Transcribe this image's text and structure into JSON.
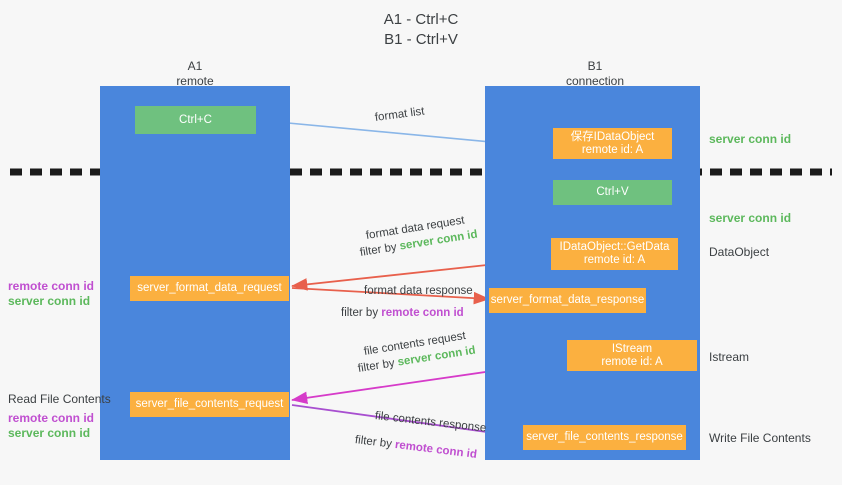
{
  "title": {
    "line1": "A1 - Ctrl+C",
    "line2": "B1 - Ctrl+V"
  },
  "columns": [
    {
      "name": "A1",
      "role": "remote"
    },
    {
      "name": "B1",
      "role": "connection"
    }
  ],
  "nodes": {
    "ctrl_c": "Ctrl+C",
    "ctrl_v": "Ctrl+V",
    "save_idataobject_l1": "保存IDataObject",
    "save_idataobject_l2": "remote id: A",
    "getdata_l1": "IDataObject::GetData",
    "getdata_l2": "remote id: A",
    "istream_l1": "IStream",
    "istream_l2": "remote id: A",
    "server_format_data_request": "server_format_data_request",
    "server_format_data_response": "server_format_data_response",
    "server_file_contents_request": "server_file_contents_request",
    "server_file_contents_response": "server_file_contents_response"
  },
  "edge_labels": {
    "format_list": "format list",
    "format_data_request": "format data request",
    "format_data_request_filter_prefix": "filter by ",
    "format_data_request_filter_key": "server conn id",
    "format_data_response": "format data response",
    "format_data_response_filter_prefix": "filter by ",
    "format_data_response_filter_key": "remote conn id",
    "file_contents_request": "file contents request",
    "file_contents_request_filter_prefix": "filter by ",
    "file_contents_request_filter_key": "server conn id",
    "file_contents_response": "file contents response",
    "file_contents_response_filter_prefix": "filter by ",
    "file_contents_response_filter_key": "remote conn id"
  },
  "right_labels": {
    "server_conn_id_top": "server conn id",
    "server_conn_id_mid": "server conn id",
    "dataobject": "DataObject",
    "istream": "Istream",
    "write_file_contents": "Write File Contents"
  },
  "left_labels": {
    "remote_conn_id_1": "remote conn id",
    "server_conn_id_1": "server conn id",
    "read_file_contents": "Read File Contents",
    "remote_conn_id_2": "remote conn id",
    "server_conn_id_2": "server conn id"
  },
  "colors": {
    "lane": "#4a86dc",
    "green_node": "#6fc17f",
    "orange_node": "#fbb040",
    "green_text": "#5cb85c",
    "purple_text": "#c04fd0",
    "arrow_blue": "#8ab6e8",
    "arrow_red": "#e8604c",
    "arrow_magenta": "#d63bc9",
    "arrow_purple": "#a84fd0",
    "arrow_black": "#000000",
    "background": "#f7f7f7"
  }
}
